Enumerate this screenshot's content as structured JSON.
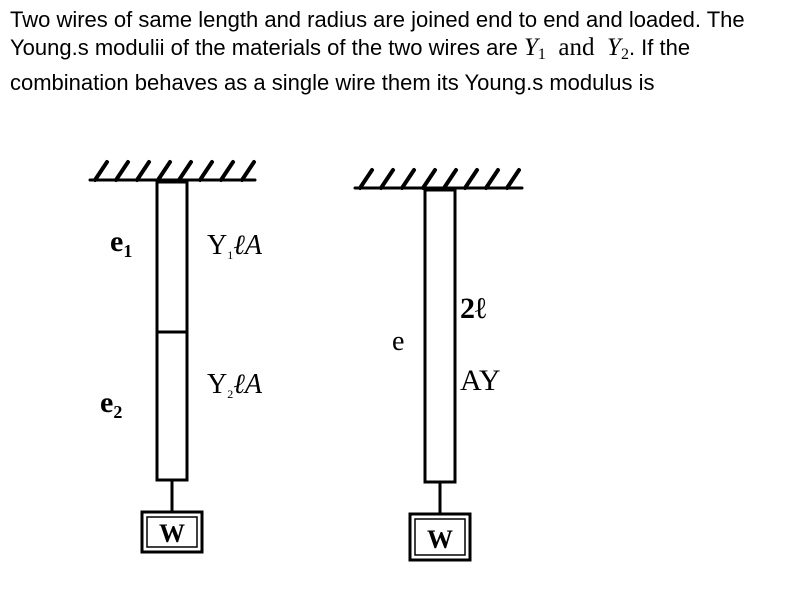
{
  "question": {
    "part1": "Two wires of same length and radius are joined end to end and loaded. The Young.s modulii of the materials of the two wires are ",
    "y1_base": "Y",
    "y1_sub": "1",
    "and_word": "and",
    "y2_base": "Y",
    "y2_sub": "2",
    "part2": ". If the combination behaves as a single wire them its Young.s modulus is"
  },
  "figure": {
    "left": {
      "e1_base": "e",
      "e1_sub": "1",
      "y1_label_base": "Y",
      "y1_label_sub": "1",
      "y1_label_rest": "ℓA",
      "e2_base": "e",
      "e2_sub": "2",
      "y2_label_base": "Y",
      "y2_label_sub": "2",
      "y2_label_rest": "ℓA",
      "weight": "W"
    },
    "right": {
      "e_label": "e",
      "length_label": "2ℓ",
      "modulus_label": "AY",
      "weight": "W"
    }
  }
}
